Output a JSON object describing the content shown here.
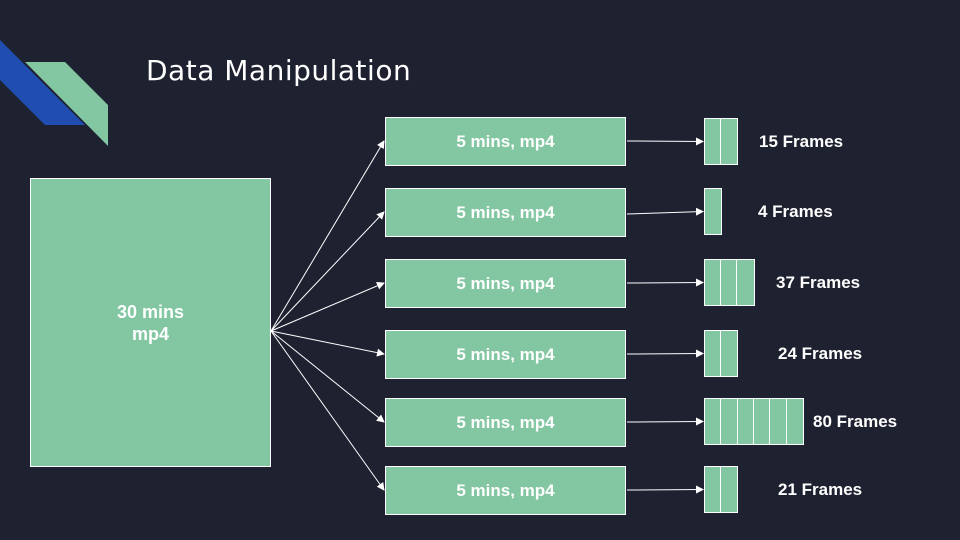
{
  "title": "Data Manipulation",
  "source": {
    "duration": "30 mins",
    "format": "mp4"
  },
  "clips": [
    {
      "label": "5 mins, mp4",
      "frames_label": "15 Frames",
      "cells": 2
    },
    {
      "label": "5 mins, mp4",
      "frames_label": "4  Frames",
      "cells": 1
    },
    {
      "label": "5 mins, mp4",
      "frames_label": "37  Frames",
      "cells": 3
    },
    {
      "label": "5 mins, mp4",
      "frames_label": "24 Frames",
      "cells": 2
    },
    {
      "label": "5 mins, mp4",
      "frames_label": "80  Frames",
      "cells": 6
    },
    {
      "label": "5 mins, mp4",
      "frames_label": "21 Frames",
      "cells": 2
    }
  ],
  "colors": {
    "background": "#1e2130",
    "box": "#82c6a2",
    "logo_blue": "#1f4eb0",
    "logo_green": "#82c6a2"
  }
}
